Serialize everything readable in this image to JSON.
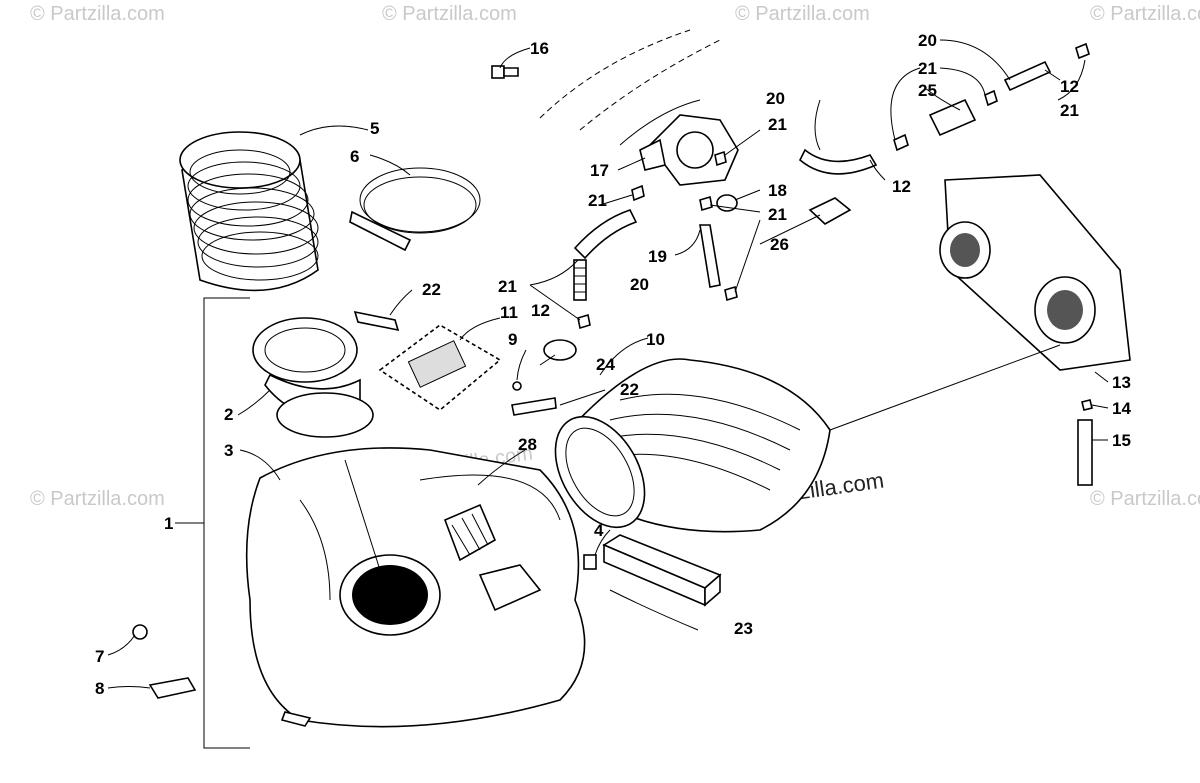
{
  "watermark": {
    "corner_text": "© Partzilla.com",
    "center_text": "© Partzilla.com"
  },
  "callouts": {
    "c1": "1",
    "c2": "2",
    "c3": "3",
    "c4": "4",
    "c5": "5",
    "c6": "6",
    "c7": "7",
    "c8": "8",
    "c9": "9",
    "c10": "10",
    "c11": "11",
    "c12a": "12",
    "c12b": "12",
    "c12c": "12",
    "c13": "13",
    "c14": "14",
    "c15": "15",
    "c16": "16",
    "c17": "17",
    "c18": "18",
    "c19": "19",
    "c20a": "20",
    "c20b": "20",
    "c20c": "20",
    "c21a": "21",
    "c21b": "21",
    "c21c": "21",
    "c21d": "21",
    "c21e": "21",
    "c22a": "22",
    "c22b": "22",
    "c23": "23",
    "c24": "24",
    "c25": "25",
    "c26": "26",
    "c28": "28"
  }
}
